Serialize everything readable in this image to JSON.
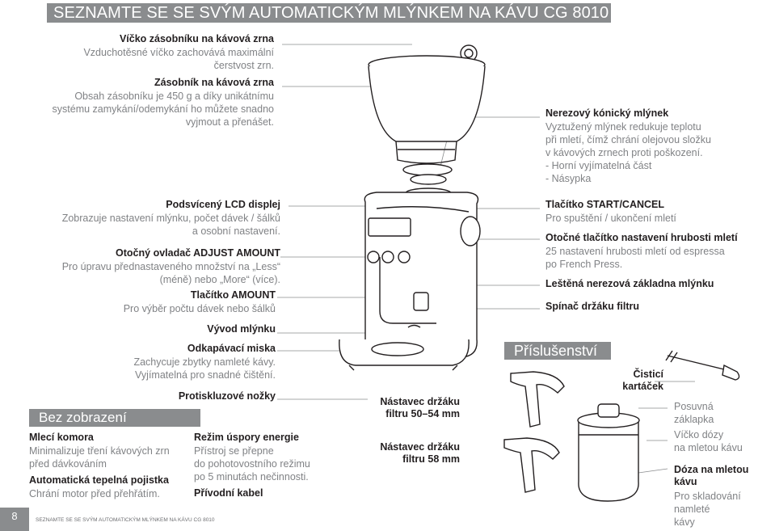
{
  "page": {
    "title": "SEZNAMTE SE SE SVÝM AUTOMATICKÝM MLÝNKEM NA KÁVU CG 8010",
    "page_number": "8",
    "footer": "SEZNAMTE SE SE SVÝM AUTOMATICKÝM MLÝNKEM NA KÁVU CG 8010"
  },
  "left": {
    "lid_title": "Víčko zásobníku na kávová zrna",
    "lid_desc": [
      "Vzduchotěsné víčko zachovává maximální",
      "čerstvost zrn."
    ],
    "hopper_title": "Zásobník na kávová zrna",
    "hopper_desc": [
      "Obsah zásobníku je 450 g a díky unikátnímu",
      "systému zamykání/odemykání ho můžete snadno",
      "vyjmout a přenášet."
    ],
    "lcd_title": "Podsvícený LCD displej",
    "lcd_desc": [
      "Zobrazuje nastavení mlýnku, počet dávek / šálků",
      "a osobní nastavení."
    ],
    "adjust_title": "Otočný ovladač ADJUST AMOUNT",
    "adjust_desc": [
      "Pro úpravu přednastaveného množství na „Less“",
      "(méně) nebo „More“ (více)."
    ],
    "amount_title": "Tlačítko AMOUNT",
    "amount_desc": [
      "Pro výběr počtu dávek nebo šálků"
    ],
    "outlet_title": "Vývod mlýnku",
    "tray_title": "Odkapávací miska",
    "tray_desc": [
      "Zachycuje zbytky namleté kávy.",
      "Vyjímatelná pro snadné čištění."
    ],
    "feet_title": "Protiskluzové nožky"
  },
  "hidden": {
    "banner": "Bez zobrazení",
    "chamber_title": "Mlecí komora",
    "chamber_desc": [
      "Minimalizuje tření kávových zrn",
      "před dávkováním"
    ],
    "thermal_title": "Automatická tepelná pojistka",
    "thermal_desc": [
      "Chrání motor před přehřátím."
    ],
    "standby_title": "Režim úspory energie",
    "standby_desc": [
      "Přístroj se přepne",
      "do pohotovostního režimu",
      "po 5 minutách nečinnosti."
    ],
    "cord_title": "Přívodní kabel"
  },
  "right": {
    "burr_title": "Nerezový kónický mlýnek",
    "burr_desc": [
      "Vyztužený mlýnek redukuje teplotu",
      "při mletí, čímž chrání olejovou složku",
      "v kávových zrnech proti poškození.",
      "-   Horní vyjímatelná část",
      "-   Násypka"
    ],
    "start_title": "Tlačítko START/CANCEL",
    "start_desc": [
      "Pro spuštění / ukončení mletí"
    ],
    "grind_title": "Otočné tlačítko nastavení hrubosti mletí",
    "grind_desc": [
      "25 nastavení hrubosti mletí od espressa",
      "po French Press."
    ],
    "base_title": "Leštěná nerezová základna mlýnku",
    "holder_switch_title": "Spínač držáku filtru"
  },
  "accessories": {
    "banner": "Příslušenství",
    "cradle1_title": [
      "Nástavec držáku",
      "filtru 50–54 mm"
    ],
    "cradle2_title": [
      "Nástavec držáku",
      "filtru 58 mm"
    ],
    "brush_title": [
      "Čisticí",
      "kartáček"
    ],
    "slider_desc": [
      "Posuvná",
      "záklapka"
    ],
    "lid_desc": [
      "Víčko dózy",
      "na mletou kávu"
    ],
    "container_title": [
      "Dóza na mletou",
      "kávu"
    ],
    "container_desc": [
      "Pro skladování namleté",
      "kávy"
    ]
  }
}
